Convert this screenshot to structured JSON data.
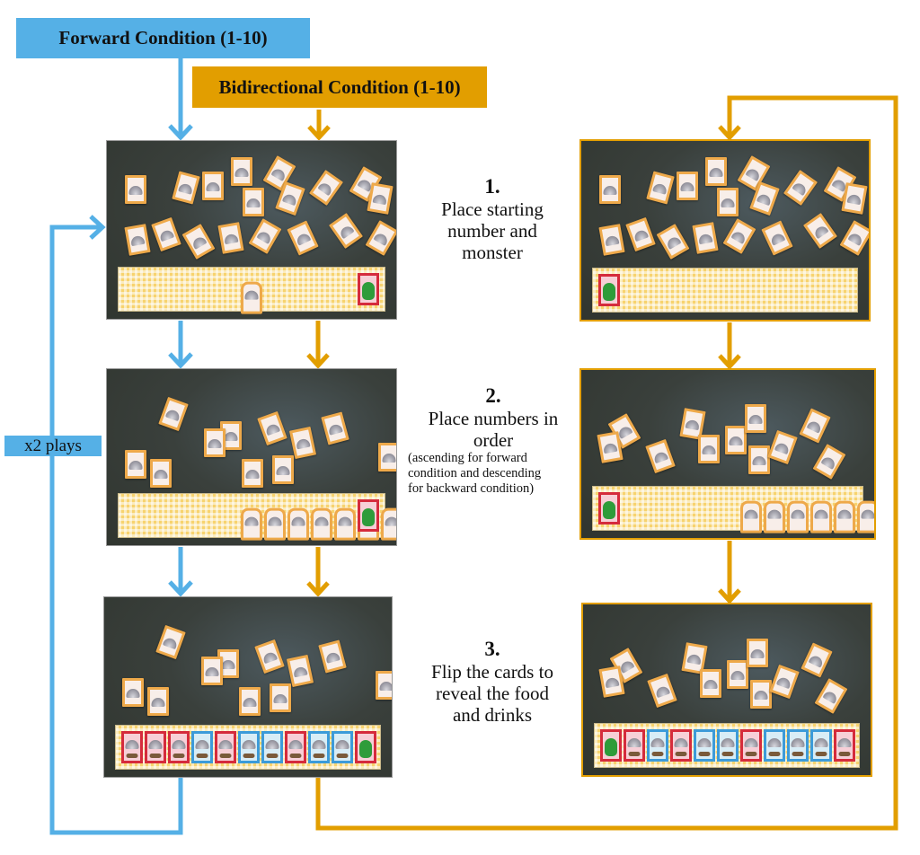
{
  "headers": {
    "forward": "Forward Condition (1-10)",
    "bidirectional": "Bidirectional Condition (1-10)",
    "repeat": "x2 plays"
  },
  "colors": {
    "forward": "#55b0e6",
    "bidirectional": "#e29e00"
  },
  "steps": [
    {
      "number": "1.",
      "lines": [
        "Place starting",
        "number and",
        "monster"
      ]
    },
    {
      "number": "2.",
      "lines": [
        "Place numbers in",
        "order"
      ],
      "note": [
        "(ascending for forward",
        "condition and descending",
        "for backward condition)"
      ]
    },
    {
      "number": "3.",
      "lines": [
        "Flip the cards to",
        "reveal the food",
        "and drinks"
      ]
    }
  ],
  "photos": {
    "forward_step1": {
      "strip": [
        "cloche",
        "gap",
        "monster"
      ]
    },
    "forward_step2": {
      "strip": [
        "cloche",
        "cloche",
        "cloche",
        "cloche",
        "cloche",
        "cloche",
        "cloche",
        "cloche",
        "cloche",
        "cloche",
        "monster"
      ]
    },
    "forward_step3": {
      "strip": [
        "red",
        "red",
        "red",
        "blue",
        "red",
        "blue",
        "blue",
        "red",
        "blue",
        "blue",
        "monster"
      ]
    },
    "bidirectional_step1": {
      "strip": [
        "monster",
        "gap",
        "cloche"
      ]
    },
    "bidirectional_step2": {
      "strip": [
        "monster",
        "cloche",
        "cloche",
        "cloche",
        "cloche",
        "cloche",
        "cloche",
        "cloche",
        "cloche",
        "cloche",
        "cloche"
      ]
    },
    "bidirectional_step3": {
      "strip": [
        "monster",
        "red",
        "blue",
        "red",
        "blue",
        "blue",
        "red",
        "blue",
        "blue",
        "blue",
        "red"
      ]
    }
  }
}
